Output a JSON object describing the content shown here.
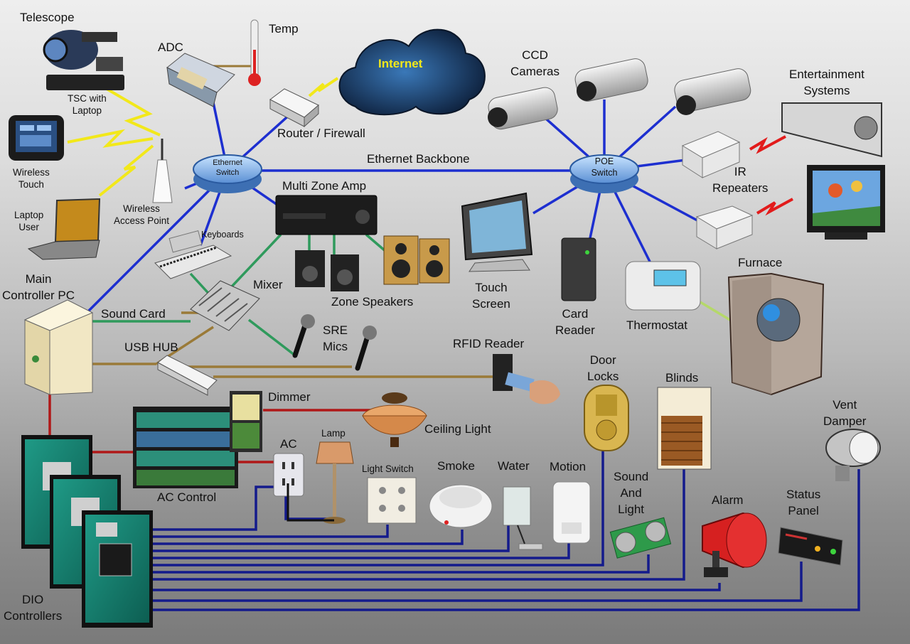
{
  "labels": {
    "telescope": "Telescope",
    "tsc_laptop": "TSC with\nLaptop",
    "adc": "ADC",
    "temp": "Temp",
    "internet": "Internet",
    "router": "Router / Firewall",
    "wireless_touch": "Wireless\nTouch",
    "wireless_ap": "Wireless\nAccess Point",
    "laptop_user": "Laptop\nUser",
    "ethernet_switch": "Ethernet\nSwitch",
    "ethernet_backbone": "Ethernet Backbone",
    "poe_switch": "POE\nSwitch",
    "ccd_cameras": "CCD\nCameras",
    "entertainment": "Entertainment\nSystems",
    "ir_repeaters": "IR\nRepeaters",
    "multi_zone_amp": "Multi Zone Amp",
    "keyboards": "Keyboards",
    "main_pc": "Main\nController PC",
    "mixer": "Mixer",
    "zone_speakers": "Zone Speakers",
    "touch_screen": "Touch\nScreen",
    "card_reader": "Card\nReader",
    "thermostat": "Thermostat",
    "furnace": "Furnace",
    "sound_card": "Sound Card",
    "sre_mics": "SRE\nMics",
    "usb_hub": "USB HUB",
    "rfid_reader": "RFID Reader",
    "door_locks": "Door\nLocks",
    "blinds": "Blinds",
    "dimmer": "Dimmer",
    "vent_damper": "Vent\nDamper",
    "ceiling_light": "Ceiling Light",
    "lamp": "Lamp",
    "ac": "AC",
    "light_switch": "Light Switch",
    "smoke": "Smoke",
    "water": "Water",
    "motion": "Motion",
    "sound_and_light": "Sound\nAnd\nLight",
    "alarm": "Alarm",
    "status_panel": "Status\nPanel",
    "ac_control": "AC Control",
    "dio_controllers": "DIO\nControllers"
  },
  "wire_colors": {
    "ethernet": "#1d2fd0",
    "dio_bus": "#141b8c",
    "audio": "#2f9a5c",
    "usb": "#9a7a38",
    "power": "#b01818",
    "sensor": "#b5d86a",
    "wireless": "#f2e81a"
  }
}
